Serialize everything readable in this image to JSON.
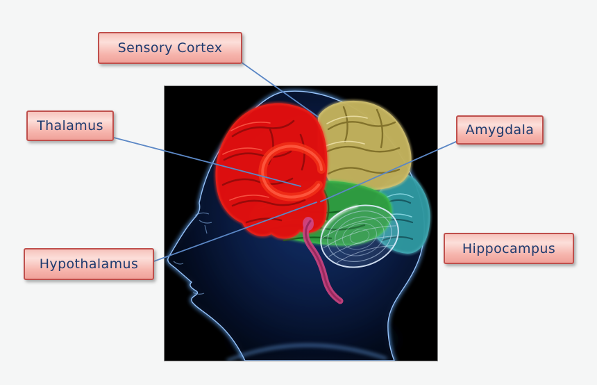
{
  "page": {
    "background_color": "#f5f6f6"
  },
  "labels": [
    {
      "id": "sensory-cortex",
      "text": "Sensory Cortex"
    },
    {
      "id": "thalamus",
      "text": "Thalamus"
    },
    {
      "id": "amygdala",
      "text": "Amygdala"
    },
    {
      "id": "hypothalamus",
      "text": "Hypothalamus"
    },
    {
      "id": "hippocampus",
      "text": "Hippocampus"
    }
  ],
  "label_style": {
    "text_color": "#1e3a6e",
    "border_color": "#bf4f4c",
    "fill_top": "#f6c3bc",
    "fill_bottom": "#f0a29a"
  },
  "connectors": {
    "color": "#5b87c5",
    "lines_from_labels": [
      "sensory-cortex",
      "thalamus",
      "amygdala",
      "hypothalamus"
    ]
  },
  "figure": {
    "subject": "human-head-profile-with-brain",
    "background_color": "#000000",
    "head_outline_color": "#6aa2e0",
    "brain_regions": [
      {
        "name": "frontal-lobe",
        "color": "#e01111"
      },
      {
        "name": "parietal-lobe",
        "color": "#c2b15d"
      },
      {
        "name": "occipital-lobe",
        "color": "#2f98a0"
      },
      {
        "name": "temporal-lobe",
        "color": "#2f9e40"
      },
      {
        "name": "cerebellum",
        "color": "#d8e6f8"
      },
      {
        "name": "brainstem",
        "color": "#c7407d"
      }
    ]
  }
}
